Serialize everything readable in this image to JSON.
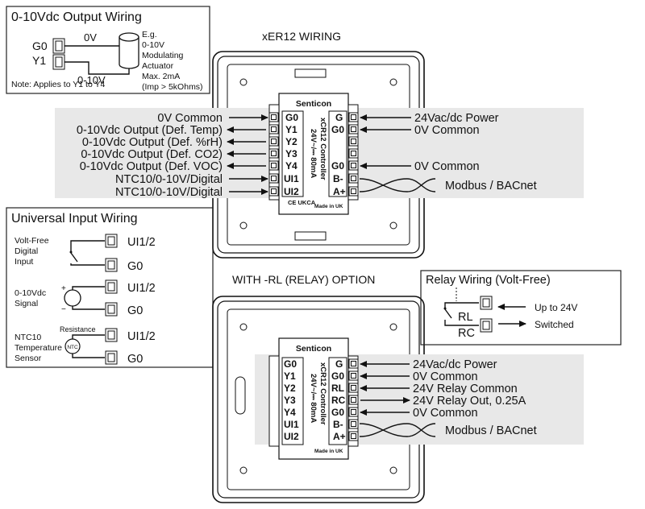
{
  "output_wiring": {
    "title": "0-10Vdc Output Wiring",
    "terminal_g0": "G0",
    "terminal_y1": "Y1",
    "wire_0v": "0V",
    "wire_0_10v": "0-10V",
    "example_lines": [
      "E.g.",
      "0-10V",
      "Modulating",
      "Actuator",
      "Max. 2mA",
      "(Imp > 5kOhms)"
    ],
    "note": "Note: Applies to Y1 to Y4"
  },
  "xer12": {
    "title": "xER12 WIRING",
    "brand": "Senticon",
    "product": "xCR12 Controller",
    "rating": "24V~/⎓ 80mA",
    "made_in": "Made in UK",
    "marks": "CE UKCA",
    "left_terminals": [
      "G0",
      "Y1",
      "Y2",
      "Y3",
      "Y4",
      "UI1",
      "UI2"
    ],
    "right_terminals": [
      "G",
      "G0",
      "",
      "",
      "G0",
      "B-",
      "A+"
    ],
    "left_labels": [
      "0V Common",
      "0-10Vdc Output (Def. Temp)",
      "0-10Vdc Output (Def. %rH)",
      "0-10Vdc Output (Def. CO2)",
      "0-10Vdc Output (Def. VOC)",
      "NTC10/0-10V/Digital",
      "NTC10/0-10V/Digital"
    ],
    "right_labels": [
      "24Vac/dc Power",
      "0V Common",
      "0V Common",
      "Modbus / BACnet"
    ]
  },
  "universal_input": {
    "title": "Universal Input Wiring",
    "volt_free_lines": [
      "Volt-Free",
      "Digital",
      "Input"
    ],
    "signal_lines": [
      "0-10Vdc",
      "Signal"
    ],
    "ntc_lines": [
      "NTC10",
      "Temperature",
      "Sensor"
    ],
    "resistance": "Resistance",
    "ntc_symbol": "NTC",
    "plus": "+",
    "minus": "−",
    "ui_label": "UI1/2",
    "g0_label": "G0"
  },
  "relay_option": {
    "title": "WITH -RL (RELAY) OPTION",
    "brand": "Senticon",
    "product": "xCR12 Controller",
    "rating": "24V~/⎓ 80mA",
    "made_in": "Made in UK",
    "left_terminals": [
      "G0",
      "Y1",
      "Y2",
      "Y3",
      "Y4",
      "UI1",
      "UI2"
    ],
    "right_terminals": [
      "G",
      "G0",
      "RL",
      "RC",
      "G0",
      "B-",
      "A+"
    ],
    "right_labels": [
      "24Vac/dc Power",
      "0V Common",
      "24V Relay Common",
      "24V Relay Out, 0.25A",
      "0V Common",
      "Modbus / BACnet"
    ]
  },
  "relay_wiring": {
    "title": "Relay Wiring (Volt-Free)",
    "rl": "RL",
    "rc": "RC",
    "up_to": "Up to 24V",
    "switched": "Switched"
  }
}
